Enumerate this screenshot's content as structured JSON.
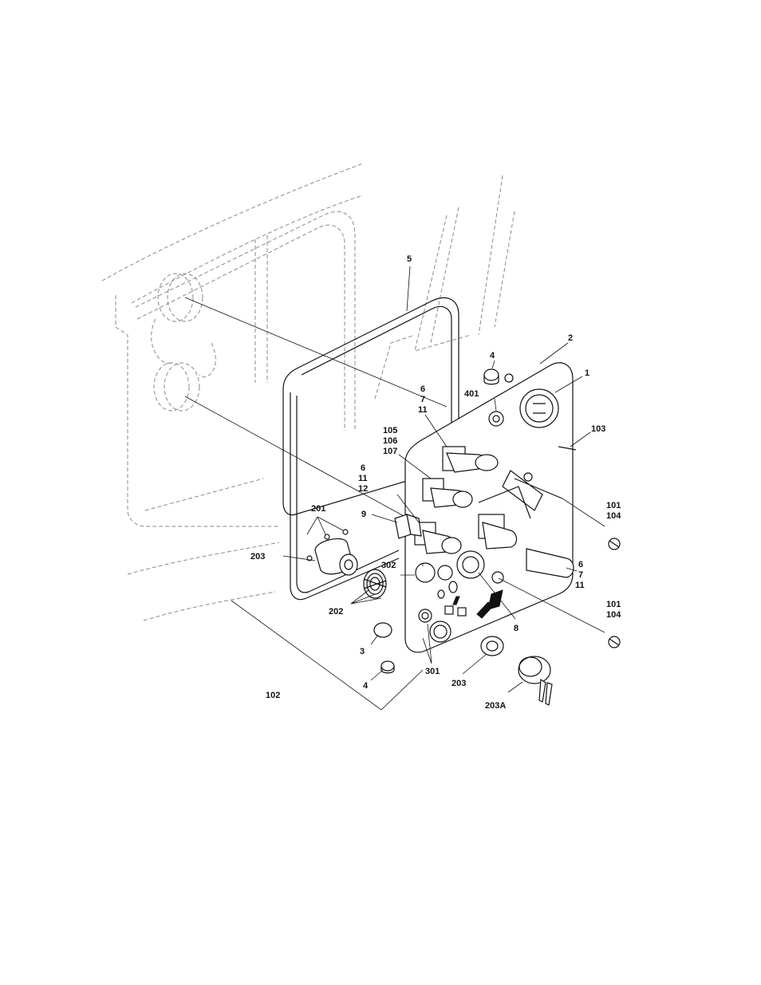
{
  "callouts": {
    "c5": "5",
    "c2": "2",
    "c4a": "4",
    "c1": "1",
    "c401": "401",
    "c6a": "6",
    "c7a": "7",
    "c11a": "11",
    "c103": "103",
    "c105": "105",
    "c106": "106",
    "c107": "107",
    "c6b": "6",
    "c11b": "11",
    "c12": "12",
    "c9": "9",
    "c201": "201",
    "c203a": "203",
    "c101a": "101",
    "c104a": "104",
    "c302": "302",
    "c6c": "6",
    "c7c": "7",
    "c11c": "11",
    "c202": "202",
    "c8": "8",
    "c101b": "101",
    "c104b": "104",
    "c3": "3",
    "c4b": "4",
    "c301": "301",
    "c203b": "203",
    "c102": "102",
    "c203A": "203A"
  }
}
